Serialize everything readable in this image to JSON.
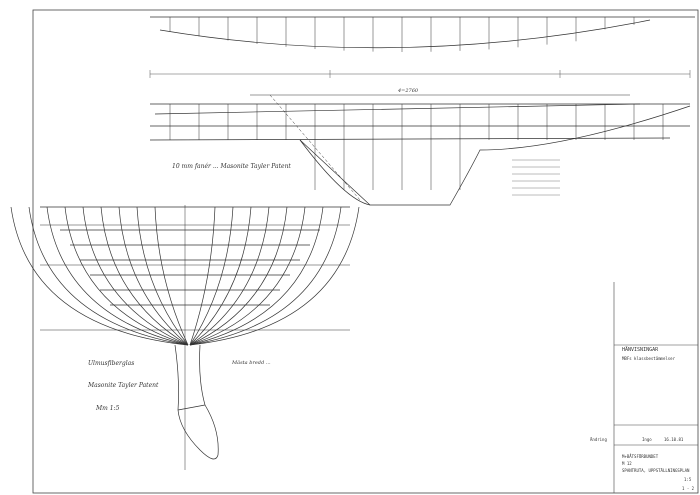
{
  "drawing": {
    "notes": {
      "deck_note": "10 mm fanér ... Masonite Tayler Patent",
      "midship_note_line1": "Ulmusfiberglas",
      "midship_note_line2": "Masonite Tayler Patent",
      "note_bottom": "Mästa bredd ...",
      "scale_note": "Mm 1:5",
      "dim_main": "4=2760"
    },
    "title_block": {
      "section_title": "HÄNVISNINGAR",
      "section_sub": "MBFs klassbestämmelser",
      "revision_label": "Ändring",
      "revision_by": "Ingo",
      "revision_date": "16.10.81",
      "organization": "M+BÅTSFÖRBUNDET",
      "class_code": "M 12",
      "drawing_title": "SPANTRUTA, UPPSTÄLLNINGSPLAN",
      "scale": "1:5",
      "sheet_no": "1 - 2"
    }
  }
}
